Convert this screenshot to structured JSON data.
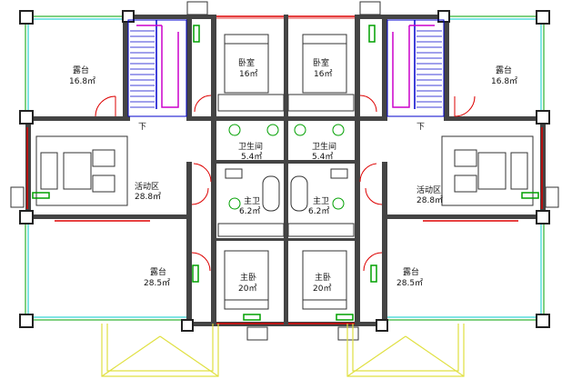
{
  "rooms": {
    "terrace_nw": {
      "name": "露台",
      "area": "16.8㎡"
    },
    "bedroom_nw": {
      "name": "卧室",
      "area": "16㎡"
    },
    "bedroom_ne": {
      "name": "卧室",
      "area": "16㎡"
    },
    "terrace_ne": {
      "name": "露台",
      "area": "16.8㎡"
    },
    "bath_w": {
      "name": "卫生间",
      "area": "5.4㎡"
    },
    "bath_e": {
      "name": "卫生间",
      "area": "5.4㎡"
    },
    "living_w": {
      "name": "活动区",
      "area": "28.8㎡"
    },
    "living_e": {
      "name": "活动区",
      "area": "28.8㎡"
    },
    "ensuite_w": {
      "name": "主卫",
      "area": "6.2㎡"
    },
    "ensuite_e": {
      "name": "主卫",
      "area": "6.2㎡"
    },
    "master_w": {
      "name": "主卧",
      "area": "20㎡"
    },
    "master_e": {
      "name": "主卧",
      "area": "20㎡"
    },
    "terrace_sw": {
      "name": "露台",
      "area": "28.5㎡"
    },
    "terrace_se": {
      "name": "露台",
      "area": "28.5㎡"
    }
  },
  "stairs": {
    "down_label": "下"
  },
  "colors": {
    "wall": "#444444",
    "window": "#00a000",
    "door_red": "#dd0000",
    "stair_blue": "#0000cc",
    "stair_magenta": "#cc00cc",
    "balcony_yellow": "#e8e860",
    "dim_green": "#008000"
  }
}
